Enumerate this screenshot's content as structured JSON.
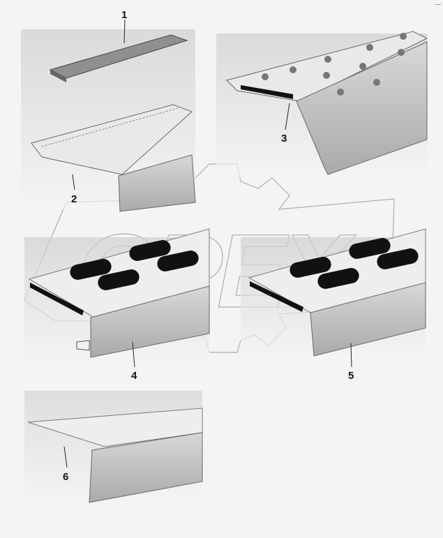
{
  "diagram": {
    "corner_mark": "~~",
    "watermark": "OPEX",
    "colors": {
      "background": "#f4f5f3",
      "metal_light": "#e9eae8",
      "metal_dark": "#b9bbb8",
      "insert": "#111111",
      "line": "#555555"
    },
    "parts": [
      {
        "label": "1",
        "description_icon": "ribbed-insert-strip"
      },
      {
        "label": "2",
        "description_icon": "stair-nosing-profile-ribbed"
      },
      {
        "label": "3",
        "description_icon": "stair-nosing-perforated"
      },
      {
        "label": "4",
        "description_icon": "stair-nosing-with-insert-slots-and-rail"
      },
      {
        "label": "5",
        "description_icon": "stair-nosing-with-insert-slots"
      },
      {
        "label": "6",
        "description_icon": "plain-angle-nosing"
      }
    ]
  }
}
